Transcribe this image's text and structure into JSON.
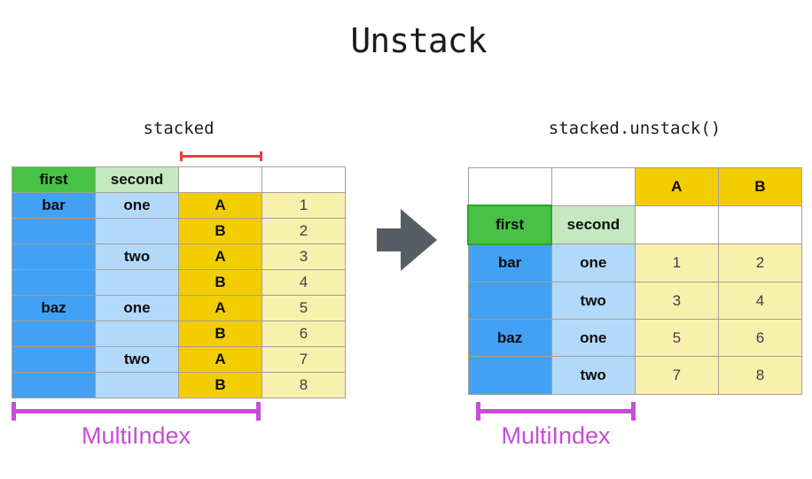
{
  "title": "Unstack",
  "colors": {
    "green": "#47c247",
    "green-border": "#2da42d",
    "light-green": "#c4e8bf",
    "blue": "#42a1f5",
    "light-blue": "#b3d9fa",
    "gold": "#f1cd02",
    "light-yellow": "#faf0ae",
    "grid": "#a69f97",
    "arrow": "#565d65",
    "red": "#e93c44",
    "magenta": "#c54dd8"
  },
  "left": {
    "label": "stacked",
    "multiindex_label": "MultiIndex",
    "table": {
      "header": [
        "first",
        "second",
        "",
        ""
      ],
      "rows": [
        [
          "bar",
          "one",
          "A",
          "1"
        ],
        [
          "",
          "",
          "B",
          "2"
        ],
        [
          "",
          "two",
          "A",
          "3"
        ],
        [
          "",
          "",
          "B",
          "4"
        ],
        [
          "baz",
          "one",
          "A",
          "5"
        ],
        [
          "",
          "",
          "B",
          "6"
        ],
        [
          "",
          "two",
          "A",
          "7"
        ],
        [
          "",
          "",
          "B",
          "8"
        ]
      ]
    }
  },
  "right": {
    "label": "stacked.unstack()",
    "multiindex_label": "MultiIndex",
    "table": {
      "col_header": [
        "",
        "",
        "A",
        "B"
      ],
      "index_header": [
        "first",
        "second",
        "",
        ""
      ],
      "rows": [
        [
          "bar",
          "one",
          "1",
          "2"
        ],
        [
          "",
          "two",
          "3",
          "4"
        ],
        [
          "baz",
          "one",
          "5",
          "6"
        ],
        [
          "",
          "two",
          "7",
          "8"
        ]
      ]
    }
  }
}
